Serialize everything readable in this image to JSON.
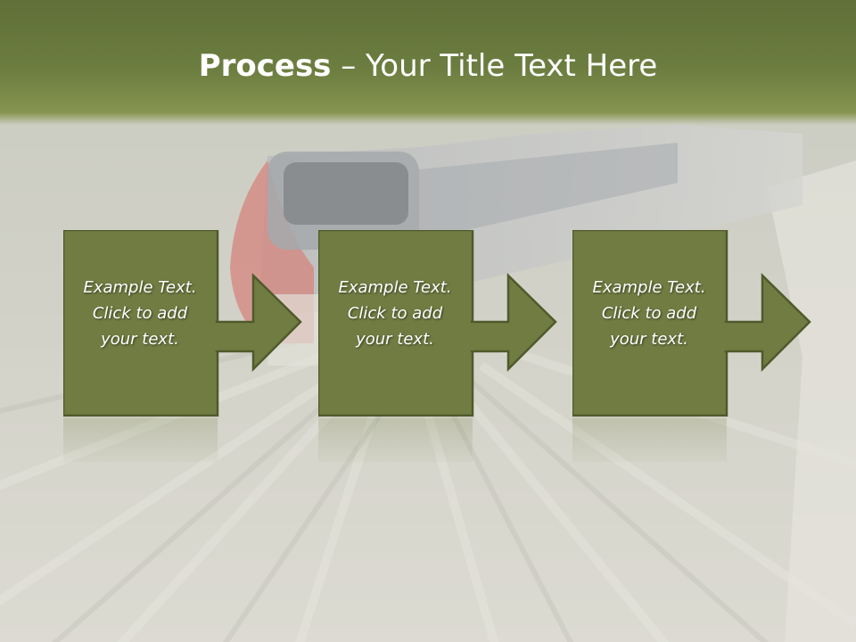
{
  "slide": {
    "title_bold": "Process",
    "title_rest": " – Your Title Text Here",
    "steps": [
      {
        "lines": [
          "Example Text.",
          "Click  to add",
          "your text."
        ]
      },
      {
        "lines": [
          "Example Text.",
          "Click  to add",
          "your text."
        ]
      },
      {
        "lines": [
          "Example Text.",
          "Click  to add",
          "your text."
        ]
      }
    ]
  },
  "colors": {
    "title_band": "#6c7d40",
    "box_fill": "#707c42",
    "box_border": "#4f5a2c",
    "text": "#ffffff"
  },
  "icons": {
    "arrow": "right-arrow-icon",
    "background": "train-motion-blur-photo"
  }
}
